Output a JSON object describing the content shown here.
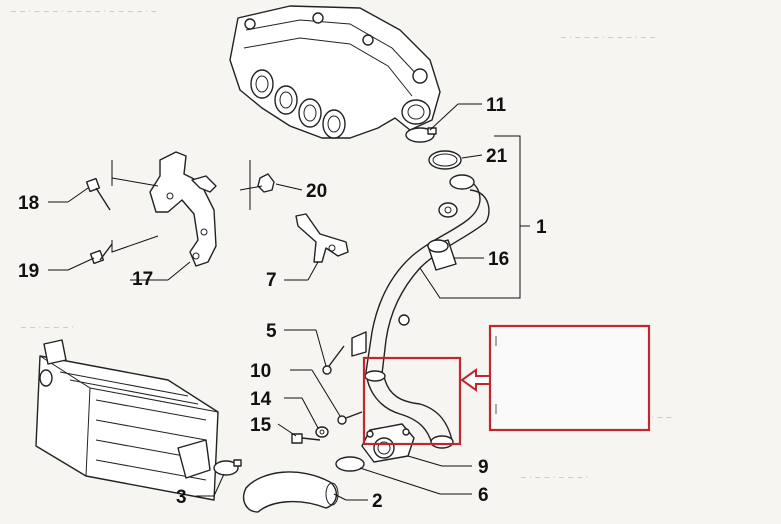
{
  "diagram": {
    "callouts": [
      {
        "id": "11",
        "label": "11"
      },
      {
        "id": "21",
        "label": "21"
      },
      {
        "id": "1",
        "label": "1"
      },
      {
        "id": "16",
        "label": "16"
      },
      {
        "id": "20",
        "label": "20"
      },
      {
        "id": "18",
        "label": "18"
      },
      {
        "id": "19",
        "label": "19"
      },
      {
        "id": "17",
        "label": "17"
      },
      {
        "id": "7",
        "label": "7"
      },
      {
        "id": "5",
        "label": "5"
      },
      {
        "id": "10",
        "label": "10"
      },
      {
        "id": "14",
        "label": "14"
      },
      {
        "id": "15",
        "label": "15"
      },
      {
        "id": "9",
        "label": "9"
      },
      {
        "id": "6",
        "label": "6"
      },
      {
        "id": "3",
        "label": "3"
      },
      {
        "id": "2",
        "label": "2"
      }
    ],
    "highlight_color": "#c0282d",
    "background_color": "#f7f5f1"
  }
}
